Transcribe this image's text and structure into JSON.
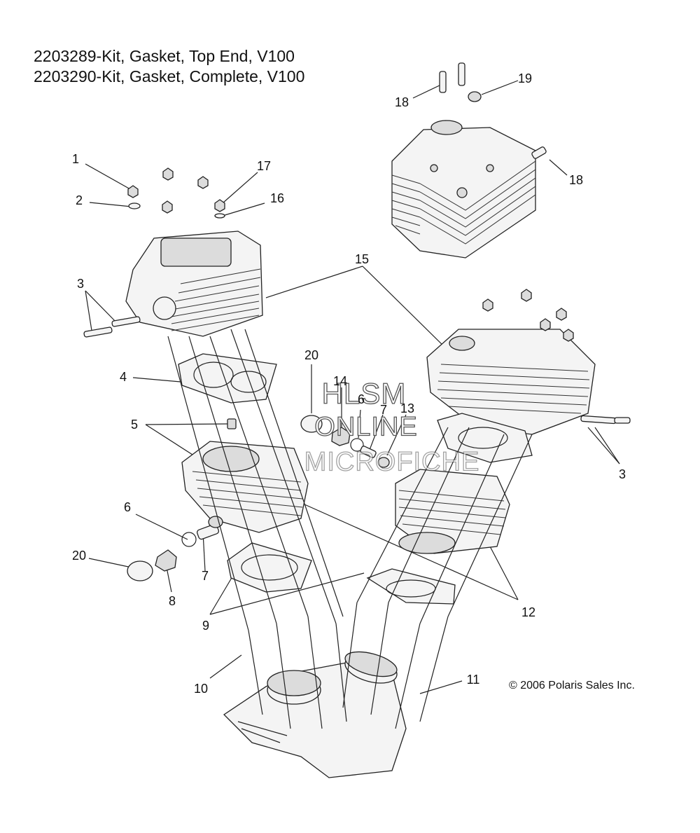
{
  "kits": [
    "2203289-Kit, Gasket, Top End, V100",
    "2203290-Kit, Gasket, Complete, V100"
  ],
  "callouts": {
    "c1": "1",
    "c2": "2",
    "c3a": "3",
    "c4": "4",
    "c5": "5",
    "c6a": "6",
    "c20a": "20",
    "c8": "8",
    "c7a": "7",
    "c9": "9",
    "c10": "10",
    "c20b": "20",
    "c14": "14",
    "c6b": "6",
    "c7b": "7",
    "c13": "13",
    "c15": "15",
    "c16": "16",
    "c17": "17",
    "c18a": "18",
    "c19": "19",
    "c18b": "18",
    "c3b": "3",
    "c12": "12",
    "c11": "11"
  },
  "copyright": "© 2006 Polaris Sales Inc.",
  "watermark": [
    "HLSM",
    "ONLINE",
    "MICROFICHE"
  ]
}
